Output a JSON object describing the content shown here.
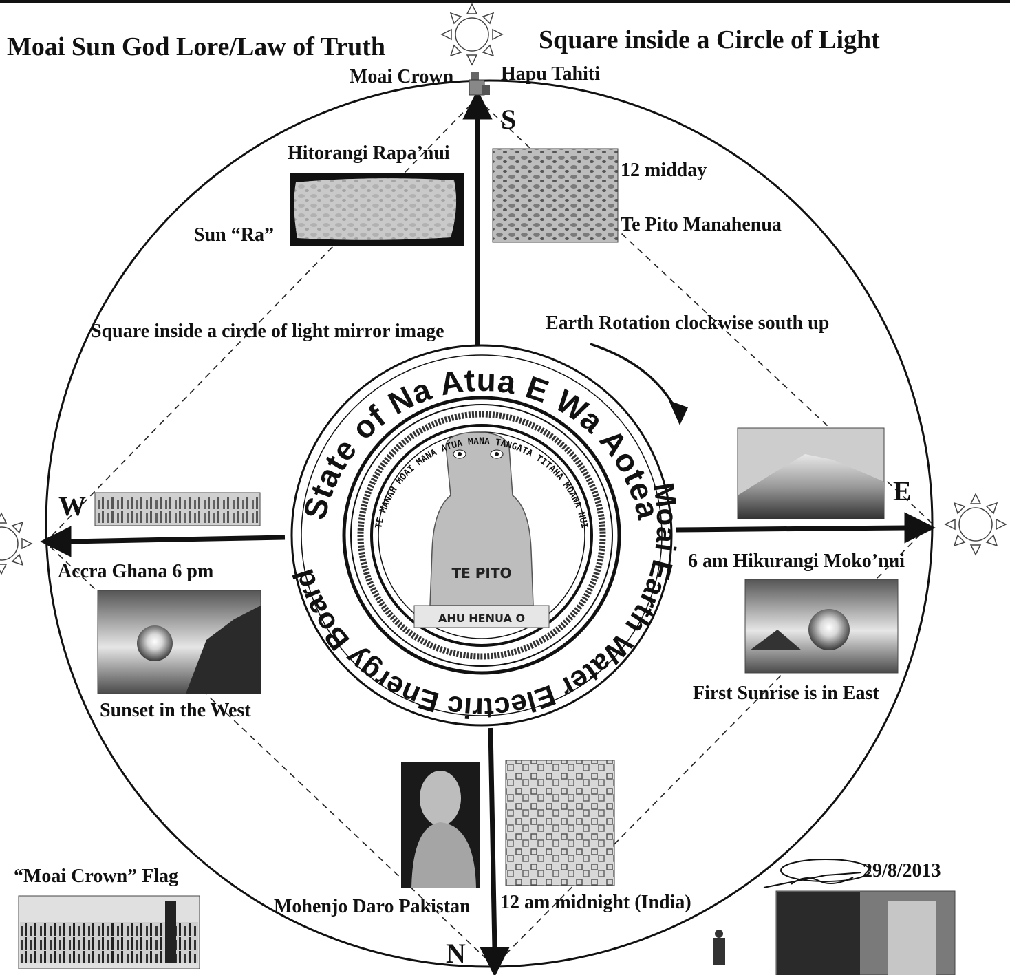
{
  "title_left": "Moai Sun God Lore/Law of Truth",
  "title_right": "Square inside a Circle of Light",
  "top": {
    "left": "Moai Crown",
    "right": "Hapu Tahiti"
  },
  "compass": {
    "south": "S",
    "north": "N",
    "east": "E",
    "west": "W"
  },
  "labels": {
    "hitorangi": "Hitorangi Rapa’nui",
    "sun_ra": "Sun “Ra”",
    "midday": "12 midday",
    "te_pito": "Te Pito Manahenua",
    "square_mirror": "Square inside a circle of light mirror image",
    "earth_rotation": "Earth Rotation clockwise south up",
    "six_am": "6 am Hikurangi Moko’nui",
    "accra": "Accra Ghana 6 pm",
    "sunset": "Sunset in the West",
    "first_sunrise": "First Sunrise is in East",
    "mohenjo": "Mohenjo Daro Pakistan",
    "midnight": "12 am midnight (India)",
    "flag": "“Moai Crown” Flag",
    "date": "29/8/2013"
  },
  "seal": {
    "outer_top": "State of Na Atua E Wa Aotea",
    "outer_bottom": "Moai Earth Water Electric Energy Board",
    "inner_ring": "TE MANAH MOAI MANA ATUA  MANA TANGATA TITAHA MOANA NUI",
    "statue_label": "TE PITO",
    "plinth_label": "AHU HENUA O"
  },
  "colors": {
    "ink": "#111111",
    "dashed": "#222222",
    "photo_dark": "#3a3a3a",
    "photo_mid": "#8a8a8a",
    "photo_light": "#c9c9c9"
  },
  "icons": [
    "sun-icon",
    "north-arrow-icon",
    "rotation-arrow-icon",
    "signature-icon"
  ]
}
